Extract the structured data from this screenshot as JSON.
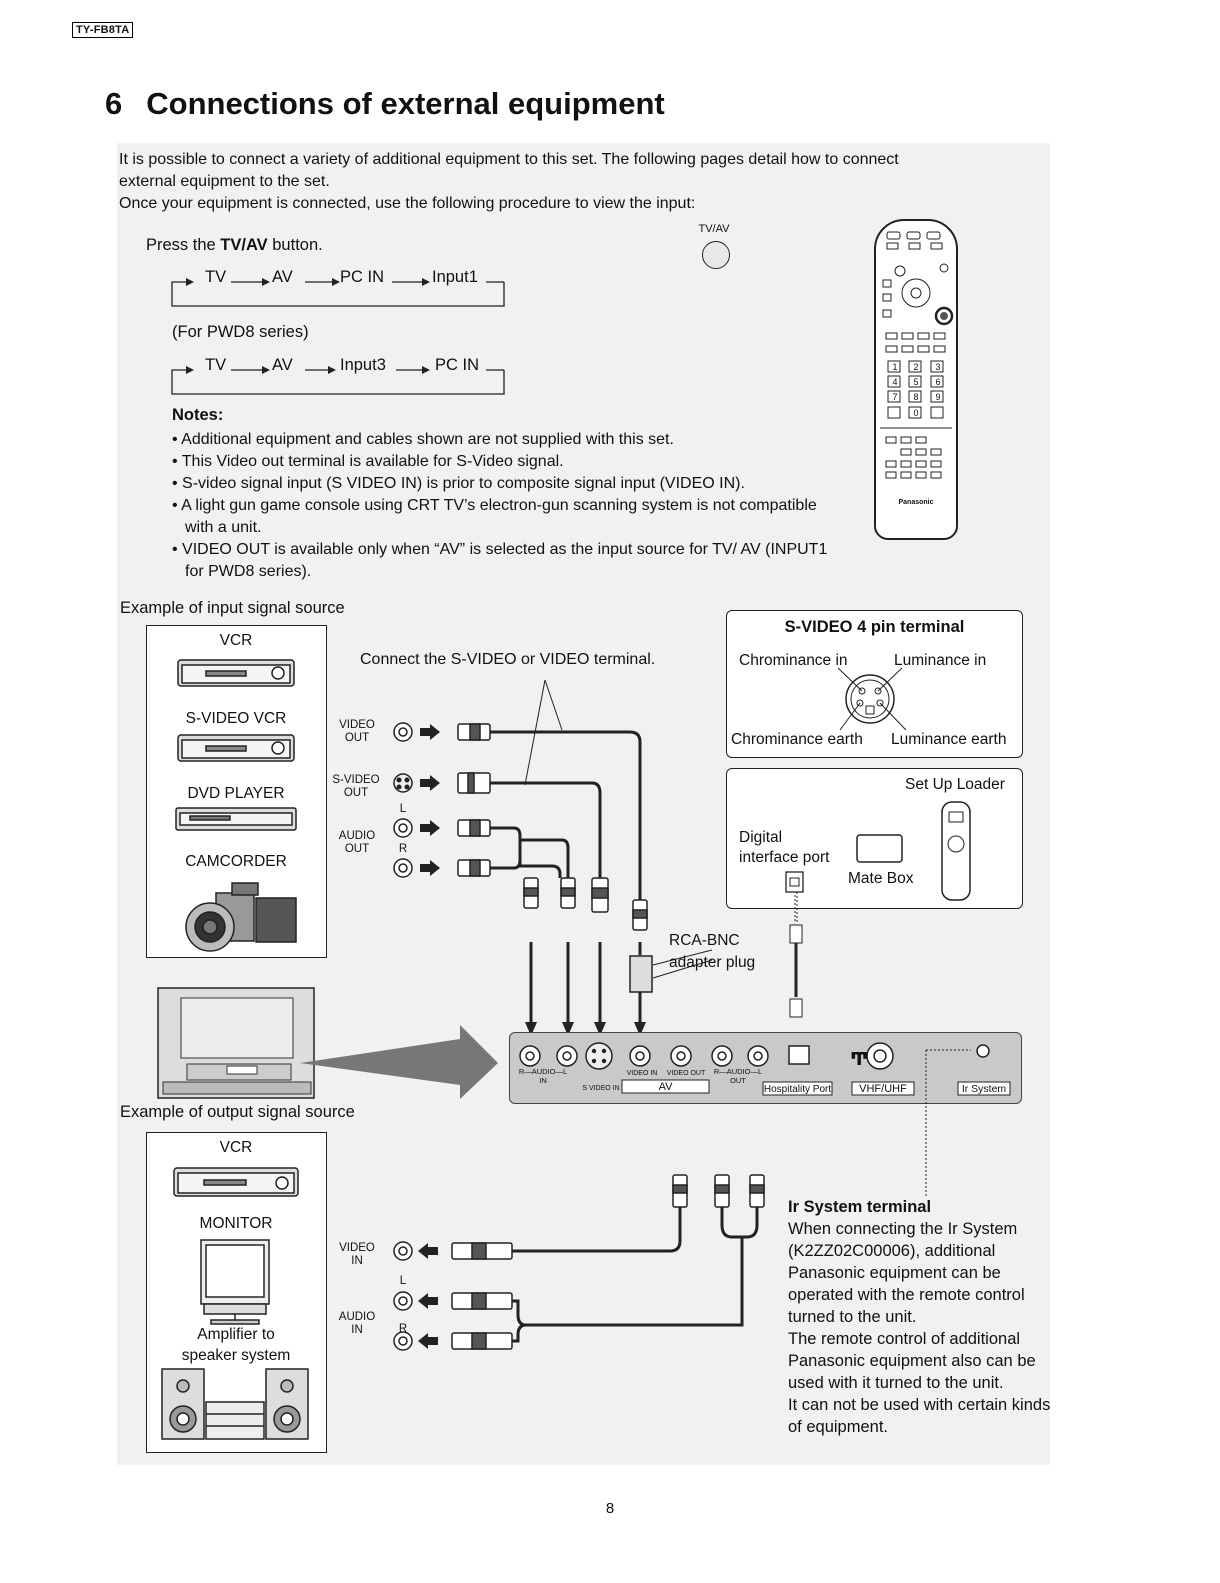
{
  "model_tag": "TY-FB8TA",
  "section": {
    "number": "6",
    "title": "Connections of external equipment"
  },
  "intro": {
    "line1": "It is possible to connect a variety of additional equipment to this set. The following pages detail how to connect",
    "line2": "external equipment to the set.",
    "line3": "Once your equipment is connected, use the following procedure to view the input:"
  },
  "procedure": {
    "press_prefix": "Press the ",
    "press_button": "TV/AV",
    "press_suffix": " button.",
    "tvav_label": "TV/AV",
    "sequence1": [
      "TV",
      "AV",
      "PC IN",
      "Input1"
    ],
    "pwd8_heading": "(For PWD8 series)",
    "sequence2": [
      "TV",
      "AV",
      "Input3",
      "PC IN"
    ]
  },
  "notes": {
    "heading": "Notes:",
    "items": [
      "Additional equipment and cables shown are not supplied with this set.",
      "This Video out terminal is available for S-Video signal.",
      "S-video signal input (S VIDEO IN) is prior to composite signal input (VIDEO IN).",
      "A light gun game console using CRT TV’s electron-gun scanning system is not compatible with a unit.",
      "VIDEO OUT is available only when “AV” is selected as the input source for TV/ AV (INPUT1 for PWD8 series)."
    ]
  },
  "remote": {
    "brand": "Panasonic",
    "keypad": [
      "1",
      "2",
      "3",
      "4",
      "5",
      "6",
      "7",
      "8",
      "9",
      "",
      "0",
      ""
    ]
  },
  "input_example": {
    "heading": "Example of input signal source",
    "devices": [
      "VCR",
      "S-VIDEO VCR",
      "DVD PLAYER",
      "CAMCORDER"
    ],
    "connect_note": "Connect the S-VIDEO or VIDEO terminal.",
    "video_out": "VIDEO\nOUT",
    "svideo_out": "S-VIDEO\nOUT",
    "audio_out": "AUDIO\nOUT",
    "left": "L",
    "right": "R"
  },
  "svideo_terminal": {
    "title": "S-VIDEO 4 pin terminal",
    "chroma_in": "Chrominance in",
    "luma_in": "Luminance in",
    "chroma_earth": "Chrominance earth",
    "luma_earth": "Luminance earth"
  },
  "setup_box": {
    "loader": "Set Up Loader",
    "digital": "Digital\ninterface port",
    "mate": "Mate Box"
  },
  "rca_bnc": "RCA-BNC\nadapter plug",
  "tv_panel": {
    "audio_in": "R—AUDIO—L\nIN",
    "svideo_in": "S VIDEO IN",
    "video_in": "VIDEO IN",
    "video_out": "VIDEO OUT",
    "audio_out": "R—AUDIO—L\nOUT",
    "av": "AV",
    "hospitality": "Hospitality Port",
    "vhf": "VHF/UHF",
    "ir": "Ir System"
  },
  "output_example": {
    "heading": "Example of output signal source",
    "devices": [
      "VCR",
      "MONITOR",
      "Amplifier to\nspeaker system"
    ],
    "video_in": "VIDEO\nIN",
    "audio_in": "AUDIO\nIN",
    "left": "L",
    "right": "R"
  },
  "ir_terminal": {
    "heading": "Ir System terminal",
    "body": "When connecting the Ir System (K2ZZ02C00006), additional Panasonic equipment can be operated with the remote control turned to the unit.",
    "body2": "The remote control of additional Panasonic equipment also can be used with it turned to the unit.",
    "body3": "It can not be used with certain kinds of equipment."
  },
  "page_number": "8"
}
